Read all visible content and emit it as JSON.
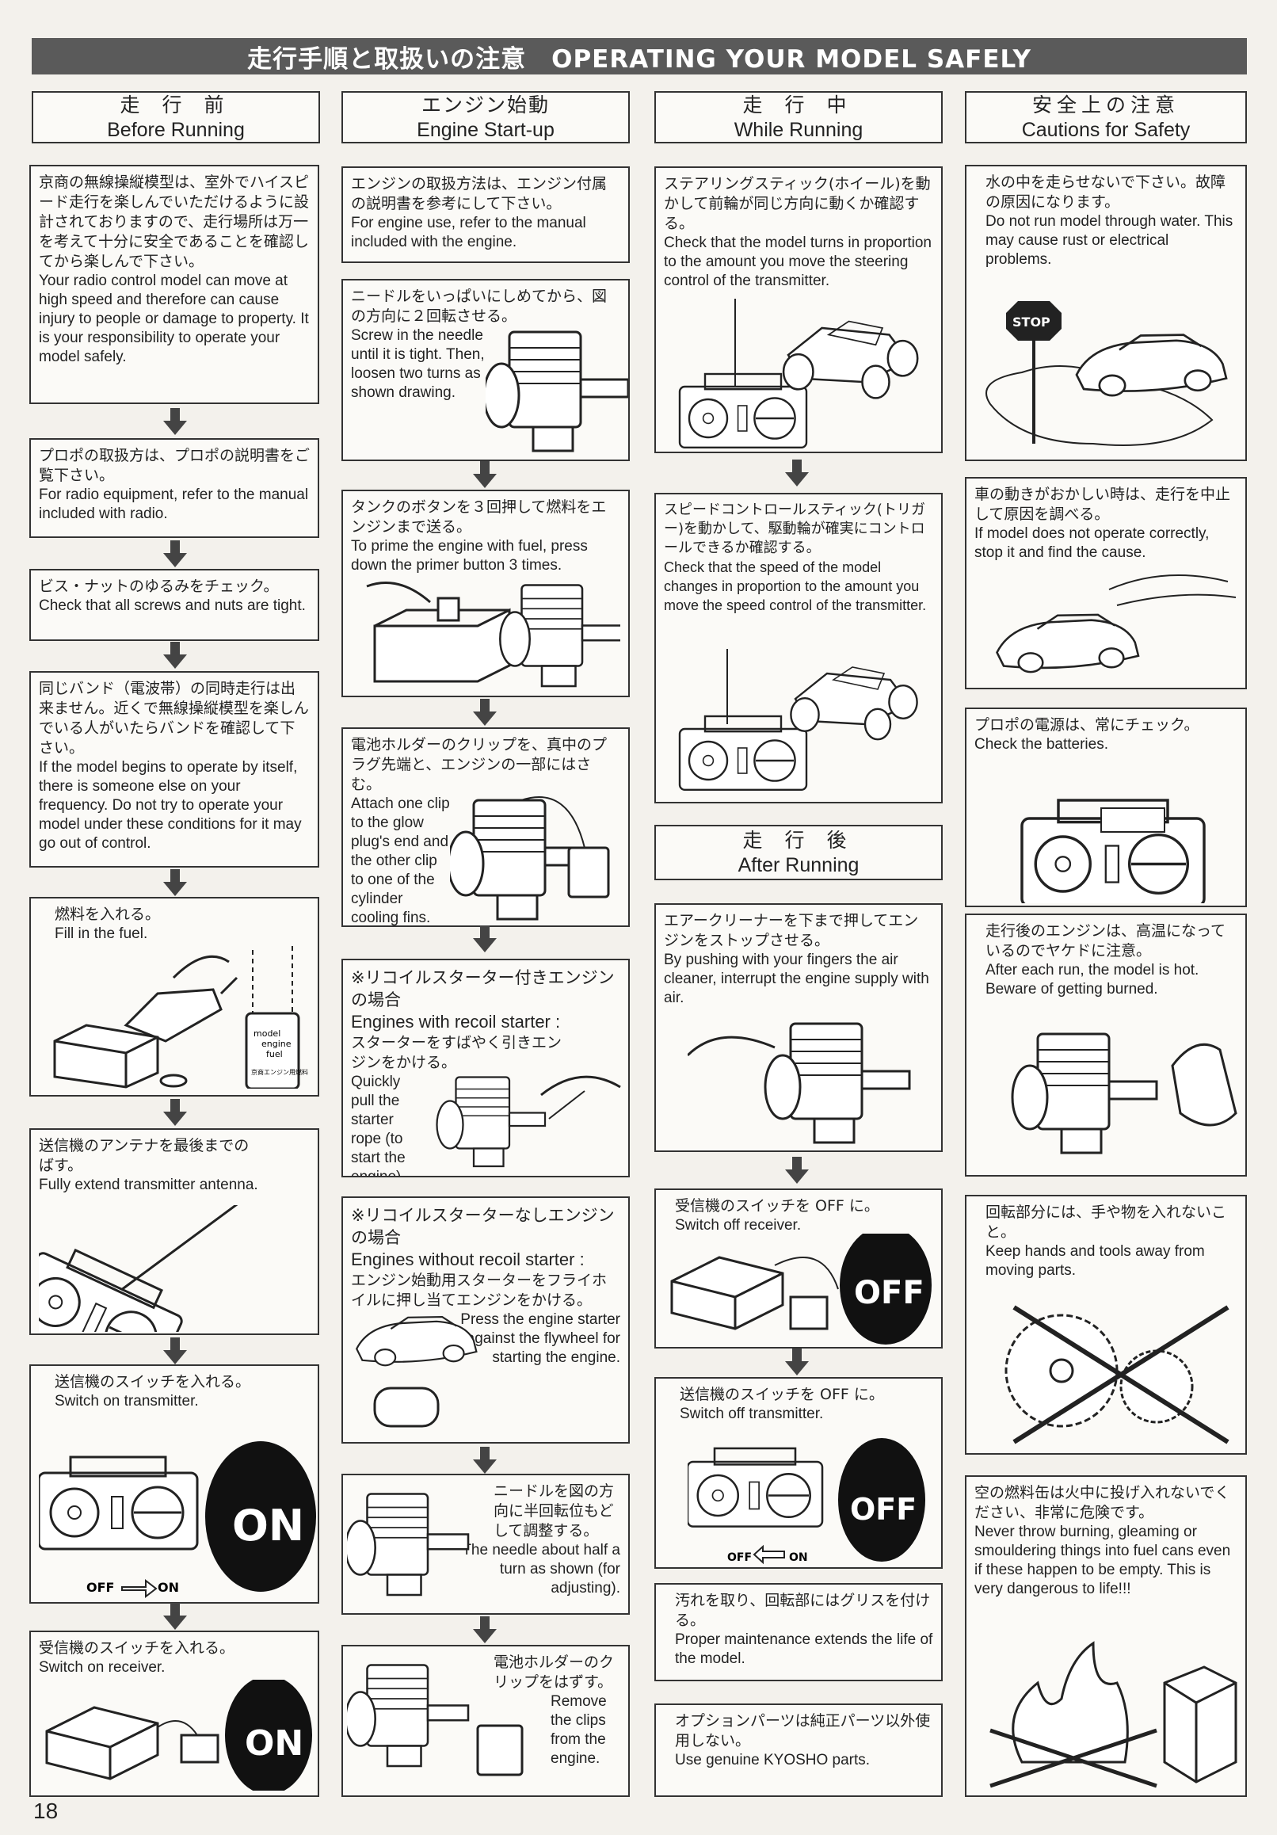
{
  "banner": {
    "title": "走行手順と取扱いの注意　OPERATING YOUR MODEL SAFELY"
  },
  "columns": [
    {
      "jp": "走 行 前",
      "en": "Before Running"
    },
    {
      "jp": "エンジン始動",
      "en": "Engine Start-up"
    },
    {
      "jp": "走 行 中",
      "en": "While Running"
    },
    {
      "jp": "安全上の注意",
      "en": "Cautions for Safety"
    }
  ],
  "after_running": {
    "jp": "走 行 後",
    "en": "After Running"
  },
  "before": {
    "b1": {
      "jp": "京商の無線操縦模型は、室外でハイスピード走行を楽しんでいただけるように設計されておりますので、走行場所は万一を考えて十分に安全であることを確認してから楽しんで下さい。",
      "en": "Your radio control model can move at high speed and therefore can cause injury to people or damage to property. It is your responsibility to operate your model safely."
    },
    "b2": {
      "jp": "プロポの取扱方は、プロポの説明書をご覧下さい。",
      "en": "For radio equipment, refer to the manual included with radio."
    },
    "b3": {
      "jp": "ビス・ナットのゆるみをチェック。",
      "en": "Check that all screws and nuts are tight."
    },
    "b4": {
      "jp": "同じバンド（電波帯）の同時走行は出来ません。近くで無線操縦模型を楽しんでいる人がいたらバンドを確認して下さい。",
      "en": "If the model begins to operate by itself, there is someone else on your frequency. Do not try to operate your model under these conditions for it may go out of control."
    },
    "b5": {
      "jp": "燃料を入れる。",
      "en": "Fill in the fuel.",
      "can": [
        "model",
        "engine",
        "fuel"
      ],
      "can_jp": "京商エンジン用燃料"
    },
    "b6": {
      "jp": "送信機のアンテナを最後までのばす。",
      "en": "Fully extend transmitter antenna."
    },
    "b7": {
      "jp": "送信機のスイッチを入れる。",
      "en": "Switch on transmitter.",
      "badge": "ON",
      "off": "OFF",
      "on": "ON"
    },
    "b8": {
      "jp": "受信機のスイッチを入れる。",
      "en": "Switch on receiver.",
      "badge": "ON"
    }
  },
  "engine": {
    "e1": {
      "jp": "エンジンの取扱方法は、エンジン付属の説明書を参考にして下さい。",
      "en": "For engine use, refer to the manual included with the engine."
    },
    "e2": {
      "jp": "ニードルをいっぱいにしめてから、図の方向に２回転させる。",
      "en": "Screw in the needle until it is tight. Then, loosen two turns as shown drawing."
    },
    "e3": {
      "jp": "タンクのボタンを３回押して燃料をエンジンまで送る。",
      "en": "To prime the engine with fuel, press down the primer button 3 times."
    },
    "e4": {
      "jp": "電池ホルダーのクリップを、真中のプラグ先端と、エンジンの一部にはさむ。",
      "en": "Attach one clip to the glow plug's end and the other clip to one of the cylinder cooling fins."
    },
    "e5": {
      "jp": "※リコイルスターター付きエンジンの場合",
      "sub": "Engines with recoil starter :",
      "jp2": "スターターをすばやく引きエンジンをかける。",
      "en": "Quickly pull the starter rope (to start the engine)."
    },
    "e6": {
      "jp": "※リコイルスターターなしエンジンの場合",
      "sub": "Engines without recoil starter :",
      "jp2": "エンジン始動用スターターをフライホイルに押し当てエンジンをかける。",
      "en": "Press the engine starter against the flywheel for starting the engine."
    },
    "e7": {
      "jp": "ニードルを図の方向に半回転位もどして調整する。",
      "en": "The needle about half a turn as shown (for adjusting)."
    },
    "e8": {
      "jp": "電池ホルダーのクリップをはずす。",
      "en": "Remove the clips from the engine."
    }
  },
  "while": {
    "w1": {
      "jp": "ステアリングスティック(ホイール)を動かして前輪が同じ方向に動くか確認する。",
      "en": "Check that the model turns in proportion to the amount you move the steering control of the transmitter."
    },
    "w2": {
      "jp": "スピードコントロールスティック(トリガー)を動かして、駆動輪が確実にコントロールできるか確認する。",
      "en": "Check that the speed of the model changes in proportion to the amount you move the speed control of the transmitter."
    }
  },
  "after": {
    "a1": {
      "jp": "エアークリーナーを下まで押してエンジンをストップさせる。",
      "en": "By pushing with your fingers the air cleaner, interrupt the engine supply with air."
    },
    "a2": {
      "jp": "受信機のスイッチを OFF に。",
      "en": "Switch off receiver.",
      "badge": "OFF"
    },
    "a3": {
      "jp": "送信機のスイッチを OFF に。",
      "en": "Switch off transmitter.",
      "badge": "OFF",
      "off": "OFF",
      "on": "ON"
    },
    "a4": {
      "jp": "汚れを取り、回転部にはグリスを付ける。",
      "en": "Proper maintenance extends the life of the model."
    },
    "a5": {
      "jp": "オプションパーツは純正パーツ以外使用しない。",
      "en": "Use genuine KYOSHO parts."
    }
  },
  "safety": {
    "s1": {
      "jp": "水の中を走らせないで下さい。故障の原因になります。",
      "en": "Do not run model through water. This may cause rust or electrical problems.",
      "sign": "STOP"
    },
    "s2": {
      "jp": "車の動きがおかしい時は、走行を中止して原因を調べる。",
      "en": "If model does not operate correctly, stop it and find the cause."
    },
    "s3": {
      "jp": "プロポの電源は、常にチェック。",
      "en": "Check the batteries."
    },
    "s4": {
      "jp": "走行後のエンジンは、高温になっているのでヤケドに注意。",
      "en": "After each run, the model is hot. Beware of getting burned."
    },
    "s5": {
      "jp": "回転部分には、手や物を入れないこと。",
      "en": "Keep hands and tools away from moving parts."
    },
    "s6": {
      "jp": "空の燃料缶は火中に投げ入れないでください、非常に危険です。",
      "en": "Never throw burning, gleaming or smouldering things into fuel cans even if these happen to be empty. This is very dangerous to life!!!"
    }
  },
  "page_number": "18"
}
